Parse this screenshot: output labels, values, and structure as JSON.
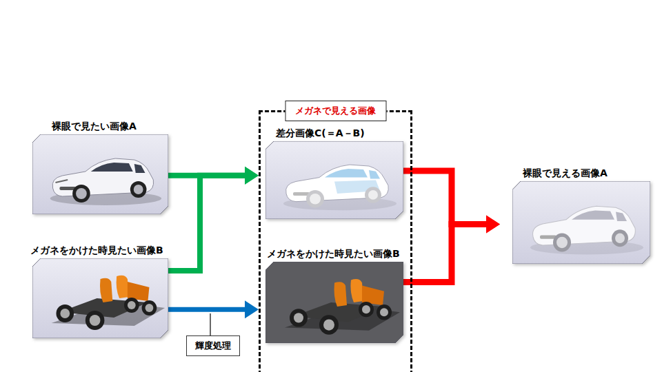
{
  "diagram": {
    "nodes": [
      {
        "text": [
          "裸眼で見たい画像A"
        ]
      },
      {
        "text": [
          "メガネをかけた時見たい画像B"
        ]
      },
      {
        "text": [
          "メガネで見える画像"
        ]
      },
      {
        "text": [
          "差分画像C(＝A－B)"
        ],
        "in": 2
      },
      {
        "text": [
          "メガネをかけた時見たい画像B"
        ],
        "in": 2
      },
      {
        "text": [
          "裸眼で見える画像A"
        ]
      },
      {
        "text": [
          "輝度処理"
        ]
      }
    ],
    "edges": [
      {
        "from": 0,
        "to": 3,
        "arrow": "to"
      },
      {
        "from": 1,
        "to": 3,
        "arrow": "to"
      },
      {
        "from": 1,
        "to": 4,
        "arrow": "to"
      },
      {
        "from": 3,
        "to": 5,
        "arrow": "to"
      },
      {
        "from": 4,
        "to": 5,
        "arrow": "to"
      }
    ]
  }
}
